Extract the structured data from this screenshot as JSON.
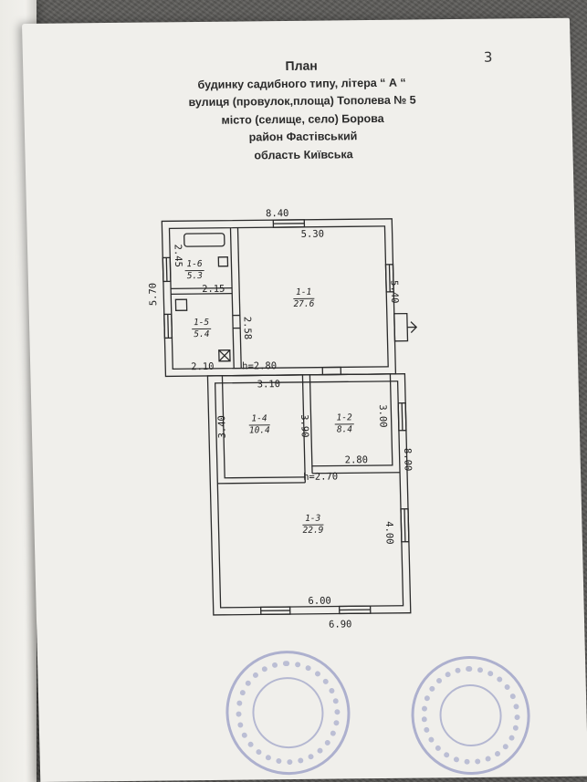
{
  "page_number": "3",
  "header": {
    "title": "План",
    "line1": "будинку садибного типу, літера  “ А “",
    "line2": "вулиця (провулок,площа) Тополева № 5",
    "line3": "місто (селище, село) Борова",
    "line4": "район Фастівський",
    "line5": "область Київська"
  },
  "dimensions": {
    "top_total": "8.40",
    "top_inner": "5.30",
    "left_total": "5.70",
    "right_upper": "5.40",
    "d245": "2.45",
    "d215": "2.15",
    "d258": "2.58",
    "d210": "2.10",
    "h280": "h=2.80",
    "d310": "3.10",
    "d340": "3.40",
    "d390": "3.90",
    "d300": "3.00",
    "d280": "2.80",
    "h270": "h=2.70",
    "right_lower": "8.00",
    "d400": "4.00",
    "bottom_inner": "6.00",
    "bottom_total": "6.90"
  },
  "rooms": [
    {
      "id": "1-6",
      "area": "5.3"
    },
    {
      "id": "1-1",
      "area": "27.6"
    },
    {
      "id": "1-5",
      "area": "5.4"
    },
    {
      "id": "1-4",
      "area": "10.4"
    },
    {
      "id": "1-2",
      "area": "8.4"
    },
    {
      "id": "1-3",
      "area": "22.9"
    }
  ]
}
